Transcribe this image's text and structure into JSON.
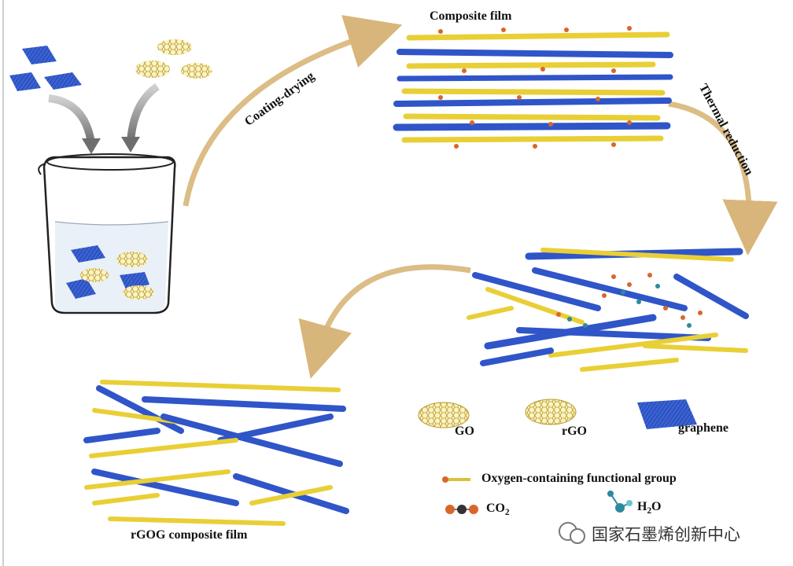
{
  "labels": {
    "composite_film": "Composite film",
    "coating_drying": "Coating-drying",
    "thermal_reduction": "Thermal reduction",
    "rgog_film": "rGOG composite film"
  },
  "legend": {
    "go": "GO",
    "rgo": "rGO",
    "graphene": "graphene",
    "oxygen_group": "Oxygen-containing functional group",
    "co2_main": "CO",
    "co2_sub": "2",
    "h2o_h": "H",
    "h2o_sub": "2",
    "h2o_o": "O"
  },
  "watermark": "国家石墨烯创新中心",
  "colors": {
    "graphene_blue": "#2f55c8",
    "go_yellow": "#f0d84a",
    "arrow_tan": "#d8b57a",
    "co2_orange": "#d9662b",
    "h2o_teal": "#2b8a9e"
  }
}
